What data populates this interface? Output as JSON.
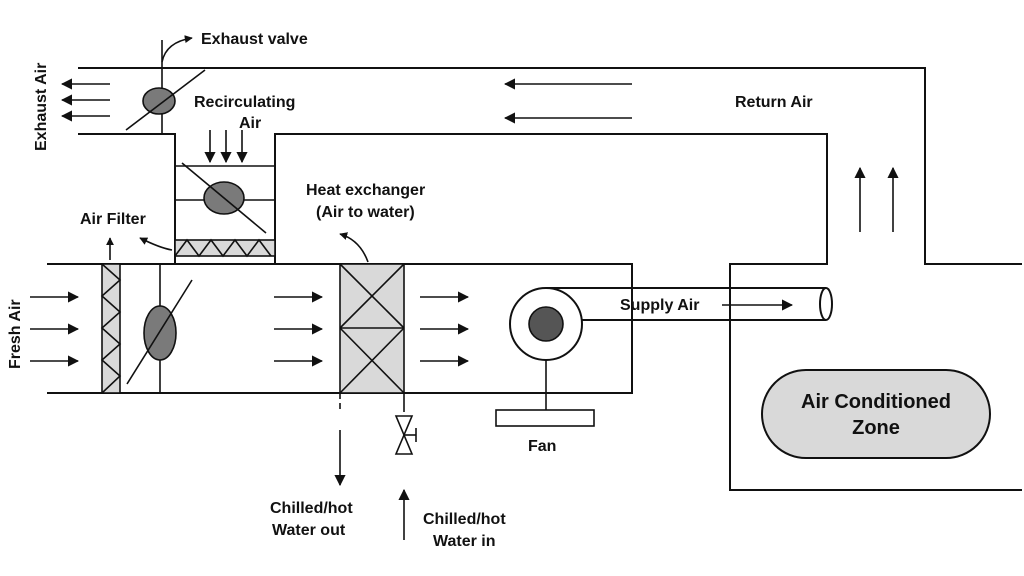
{
  "labels": {
    "exhaust_valve": "Exhaust valve",
    "exhaust_air": "Exhaust Air",
    "recirculating_1": "Recirculating",
    "recirculating_2": "Air",
    "return_air": "Return Air",
    "air_filter": "Air Filter",
    "heat_exchanger_1": "Heat exchanger",
    "heat_exchanger_2": "(Air to water)",
    "fresh_air": "Fresh Air",
    "supply_air": "Supply Air",
    "fan": "Fan",
    "zone_1": "Air Conditioned",
    "zone_2": "Zone",
    "water_out_1": "Chilled/hot",
    "water_out_2": "Water out",
    "water_in_1": "Chilled/hot",
    "water_in_2": "Water in"
  },
  "colors": {
    "line": "#111111",
    "damper_fill": "#7a7a7a",
    "exchanger_fill": "#d9d9d9",
    "fan_rotor": "#555555"
  }
}
